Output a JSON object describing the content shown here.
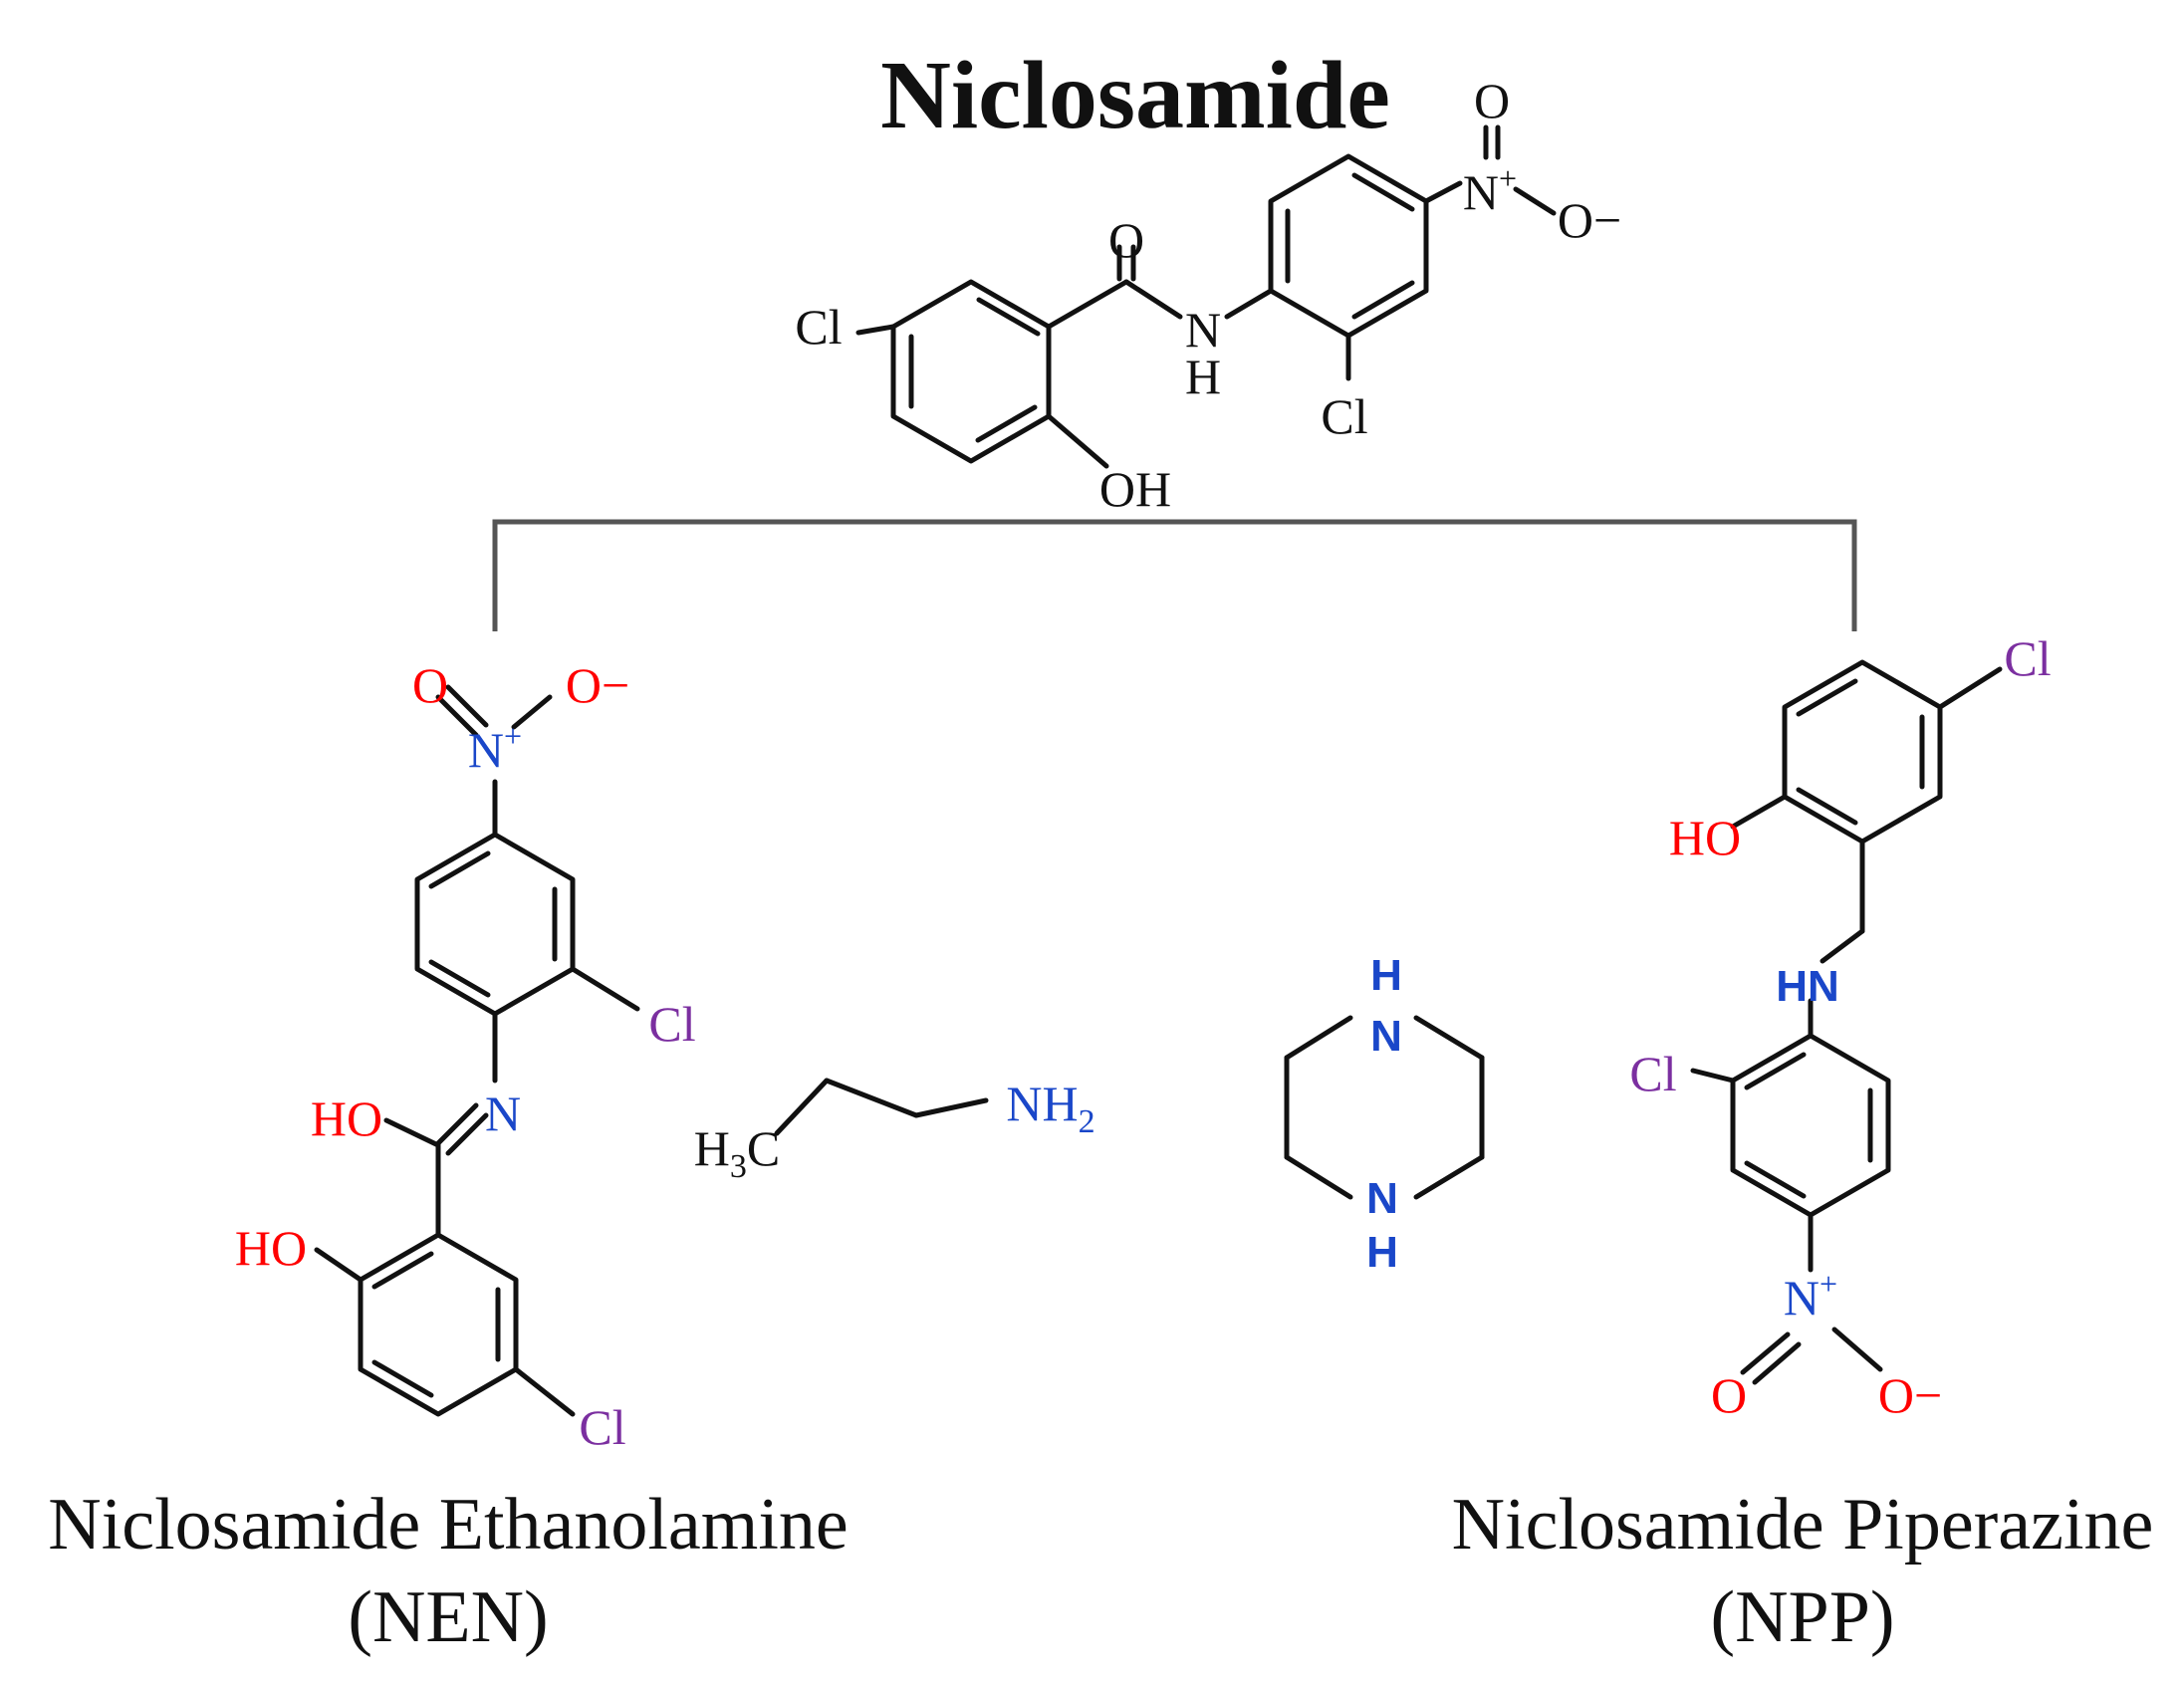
{
  "title": "Niclosamide",
  "captions": {
    "nen_name": "Niclosamide Ethanolamine",
    "nen_abbr": "(NEN)",
    "npp_name": "Niclosamide Piperazine",
    "npp_abbr": "(NPP)"
  },
  "atoms": {
    "cl": "Cl",
    "oh": "OH",
    "ho": "HO",
    "o": "O",
    "o_minus": "O−",
    "n": "N",
    "h": "H",
    "hn": "HN",
    "n_plus_base": "N",
    "plus": "+",
    "nh2_base": "NH",
    "h3c_base": "H",
    "sub2": "2",
    "sub3": "3",
    "c": "C"
  },
  "colors": {
    "black": "#111111",
    "oxygen": "#ff0000",
    "nitrogen": "#1a47c9",
    "chlorine": "#7b2fa0",
    "connector": "#555555"
  }
}
